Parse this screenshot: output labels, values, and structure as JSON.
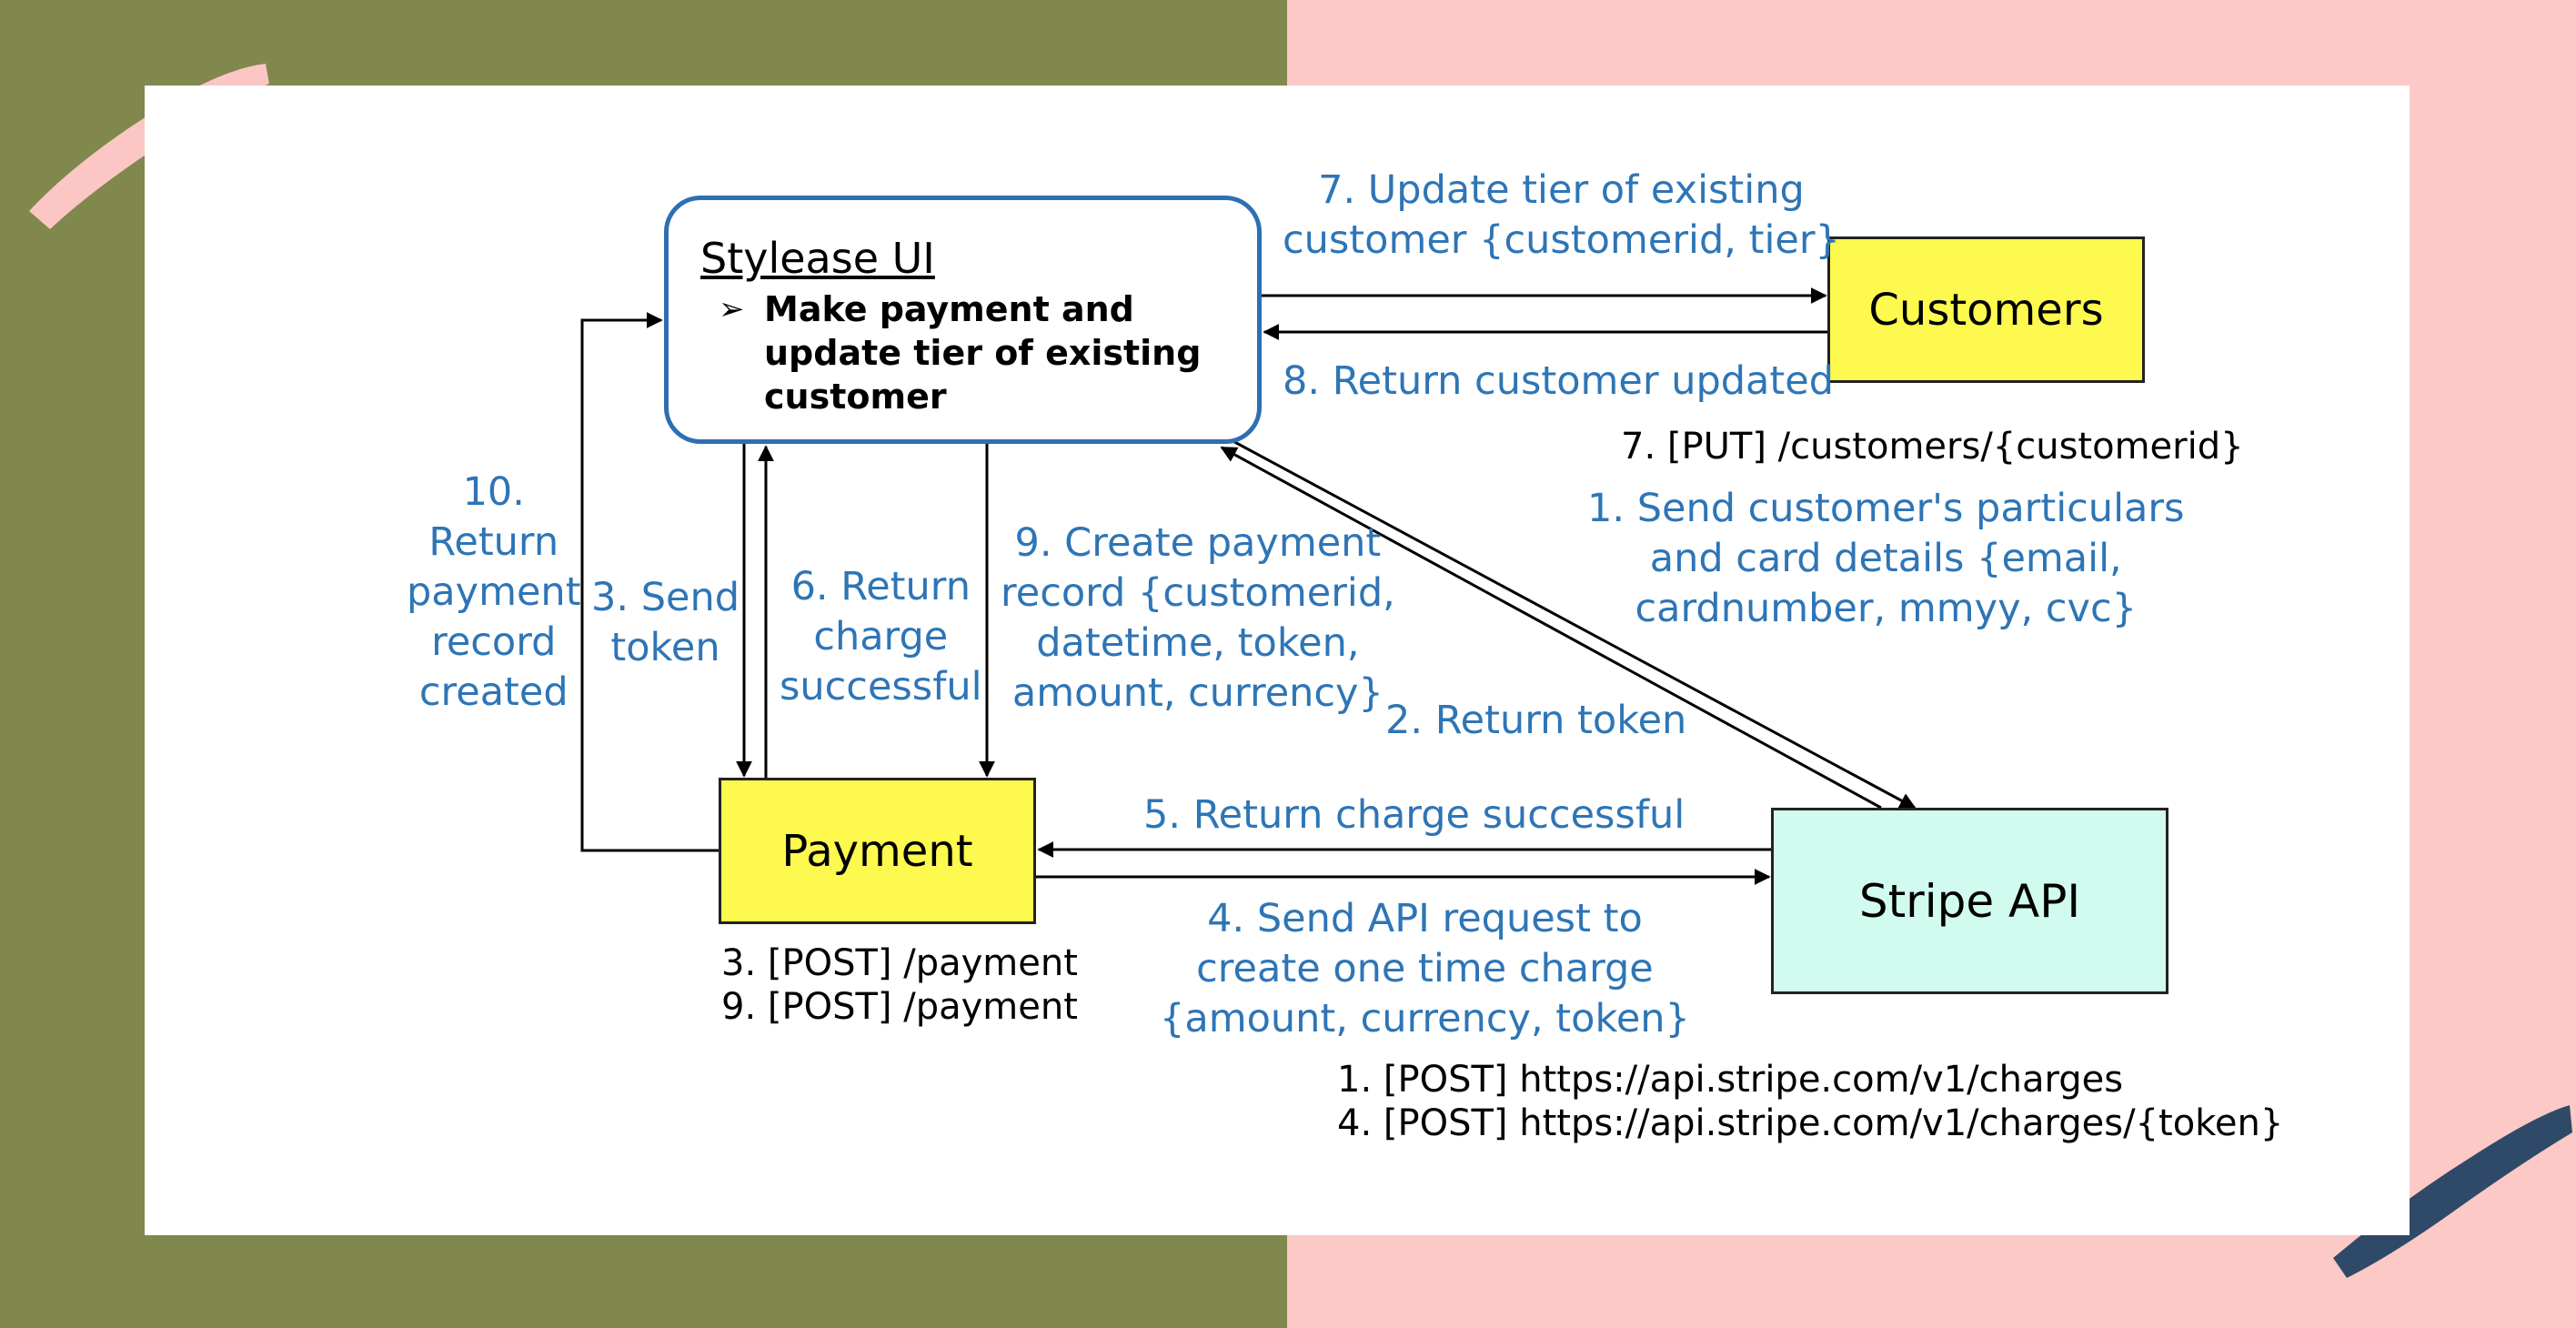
{
  "nodes": {
    "ui": {
      "title": "Stylease UI",
      "bullet": "Make payment and update tier of existing customer"
    },
    "customers": "Customers",
    "payment": "Payment",
    "stripe": "Stripe API"
  },
  "labels": {
    "step1": [
      "1. Send customer's particulars",
      "and card details {email,",
      "cardnumber, mmyy, cvc}"
    ],
    "step2": "2. Return token",
    "step3": [
      "3. Send",
      "token"
    ],
    "step4": [
      "4. Send API request to",
      "create one time charge",
      "{amount, currency, token}"
    ],
    "step5": "5. Return charge successful",
    "step6": [
      "6. Return",
      "charge",
      "successful"
    ],
    "step7": [
      "7. Update tier of existing",
      "customer {customerid, tier}"
    ],
    "step8": "8. Return customer updated",
    "step9": [
      "9. Create payment",
      "record {customerid,",
      "datetime, token,",
      "amount, currency}"
    ],
    "step10": [
      "10.",
      "Return",
      "payment",
      "record",
      "created"
    ]
  },
  "endpoints": {
    "customers": "7. [PUT] /customers/{customerid}",
    "payment": [
      "3. [POST] /payment",
      "9. [POST] /payment"
    ],
    "stripe": [
      "1. [POST] https://api.stripe.com/v1/charges",
      "4. [POST] https://api.stripe.com/v1/charges/{token}"
    ]
  },
  "colors": {
    "label_blue": "#2e75b6",
    "ui_border": "#2e6fb3",
    "yellow_box": "#fdf94f",
    "stripe_box": "#d2fbef",
    "bg_left": "#80884e",
    "bg_right": "#fcc9c6",
    "stroke_pink": "#fbc6c3",
    "stroke_navy": "#2f4a68"
  }
}
